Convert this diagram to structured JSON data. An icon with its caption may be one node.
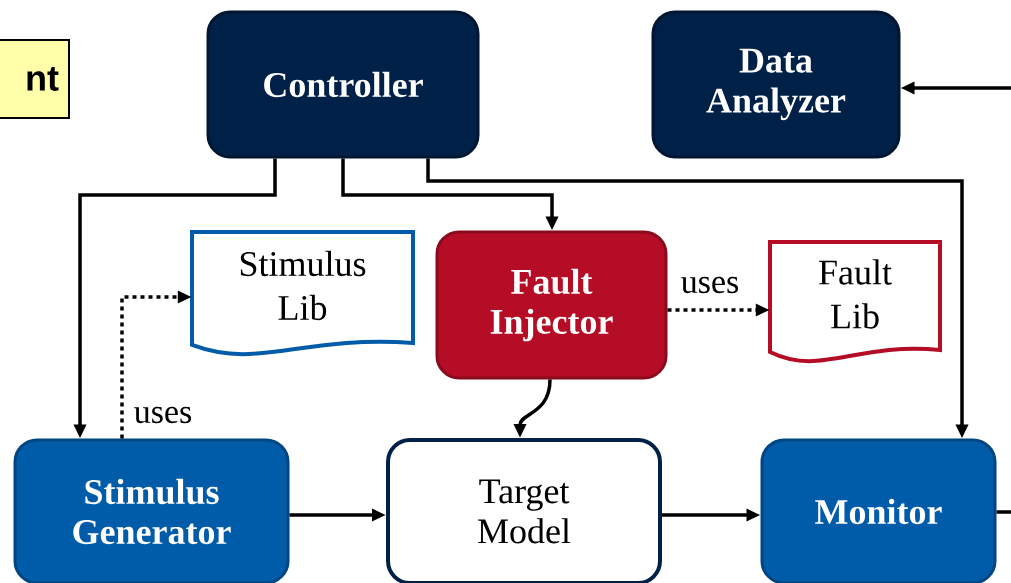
{
  "diagram": {
    "nodes": [
      {
        "text": [
          "nt"
        ]
      },
      {
        "text": [
          "Controller"
        ]
      },
      {
        "text": [
          "Data Analyzer"
        ]
      },
      {
        "text": [
          "Stimulus Lib"
        ]
      },
      {
        "text": [
          "Fault Injector"
        ]
      },
      {
        "text": [
          "Fault Lib"
        ]
      },
      {
        "text": [
          "Stimulus Generator"
        ]
      },
      {
        "text": [
          "Target Model"
        ]
      },
      {
        "text": [
          "Monitor"
        ]
      }
    ],
    "edges": [
      {
        "from": 1,
        "to": 6,
        "arrow": "to"
      },
      {
        "from": 1,
        "to": 4,
        "arrow": "to"
      },
      {
        "from": 1,
        "to": 8,
        "arrow": "to"
      },
      {
        "from": null,
        "to": 2,
        "arrow": "to"
      },
      {
        "from": 6,
        "to": 3,
        "arrow": "to",
        "label": "uses",
        "style": "dashed"
      },
      {
        "from": 4,
        "to": 5,
        "arrow": "to",
        "label": "uses",
        "style": "dashed"
      },
      {
        "from": 4,
        "to": 7,
        "arrow": "to"
      },
      {
        "from": 6,
        "to": 7,
        "arrow": "to"
      },
      {
        "from": 7,
        "to": 8,
        "arrow": "to"
      },
      {
        "from": 8,
        "to": null,
        "arrow": "none"
      }
    ]
  }
}
